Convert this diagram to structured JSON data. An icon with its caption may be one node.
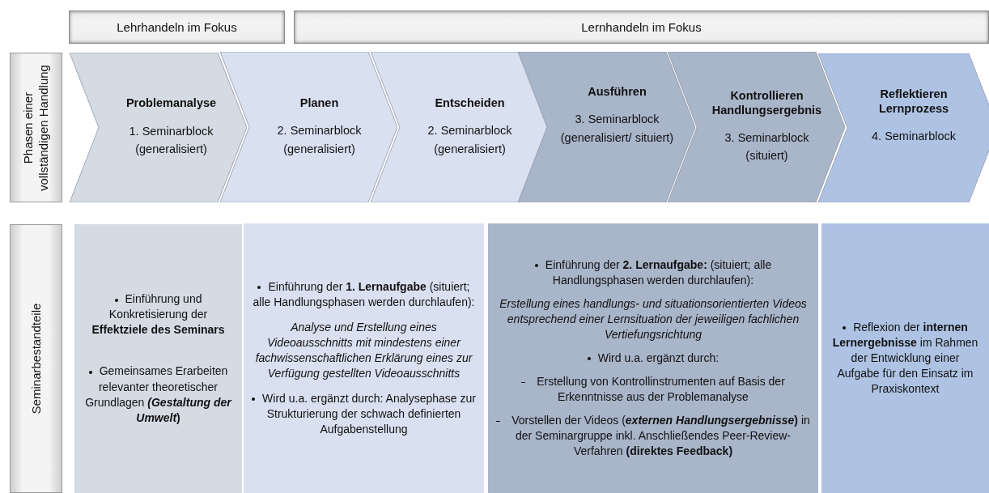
{
  "diagram": {
    "nodes": [
      {
        "text": [
          "Lehrhandeln im Fokus"
        ]
      },
      {
        "text": [
          "Lernhandeln im Fokus"
        ]
      },
      {
        "text": [
          "Phasen einer vollständigen Handlung"
        ]
      },
      {
        "text": [
          "Problemanalyse",
          "1. Seminarblock",
          "(generalisiert)"
        ]
      },
      {
        "text": [
          "Planen",
          "2. Seminarblock",
          "(generalisiert)"
        ]
      },
      {
        "text": [
          "Entscheiden",
          "2. Seminarblock",
          "(generalisiert)"
        ]
      },
      {
        "text": [
          "Ausführen",
          "3. Seminarblock",
          "(generalisiert/ situiert)"
        ]
      },
      {
        "text": [
          "Kontrollieren Handlungsergebnis",
          "3. Seminarblock",
          "(situiert)"
        ]
      },
      {
        "text": [
          "Reflektieren Lernprozess",
          "4. Seminarblock"
        ]
      },
      {
        "text": [
          "Seminarbestandteile"
        ]
      },
      {
        "text": [
          "Einführung und Konkretisierung der **Effektziele des Seminars**",
          "Gemeinsames Erarbeiten relevanter theoretischer Grundlagen ***(Gestaltung der Umwelt*)**"
        ]
      },
      {
        "text": [
          "Einführung der **1. Lernaufgabe** (situiert; alle Handlungsphasen werden durchlaufen):",
          "Analyse und Erstellung eines Videoausschnitts mit mindestens einer fachwissenschaftlichen Erklärung eines zur Verfügung gestellten Videoausschnitts",
          "Wird u.a. ergänzt durch: Analysephase zur Strukturierung der schwach definierten Aufgabenstellung"
        ]
      },
      {
        "text": [
          "Einführung der **2. Lernaufgabe:** (situiert; alle Handlungsphasen werden durchlaufen):",
          "Erstellung eines handlungs- und situationsorientierten Videos entsprechend einer Lernsituation der jeweiligen fachlichen Vertiefungsrichtung",
          "Wird u.a. ergänzt durch:",
          "Erstellung von Kontrollinstrumenten auf Basis der Erkenntnisse aus der Problemanalyse",
          "Vorstellen der Videos (***externen Handlungsergebnisse*)** in der Seminargruppe inkl. Anschließendes Peer-Review-Verfahren **(direktes Feedback)**"
        ]
      },
      {
        "text": [
          "Reflexion der **internen Lernergebnisse** im Rahmen der Entwicklung einer Aufgabe für den Einsatz im Praxiskontext"
        ]
      }
    ]
  }
}
